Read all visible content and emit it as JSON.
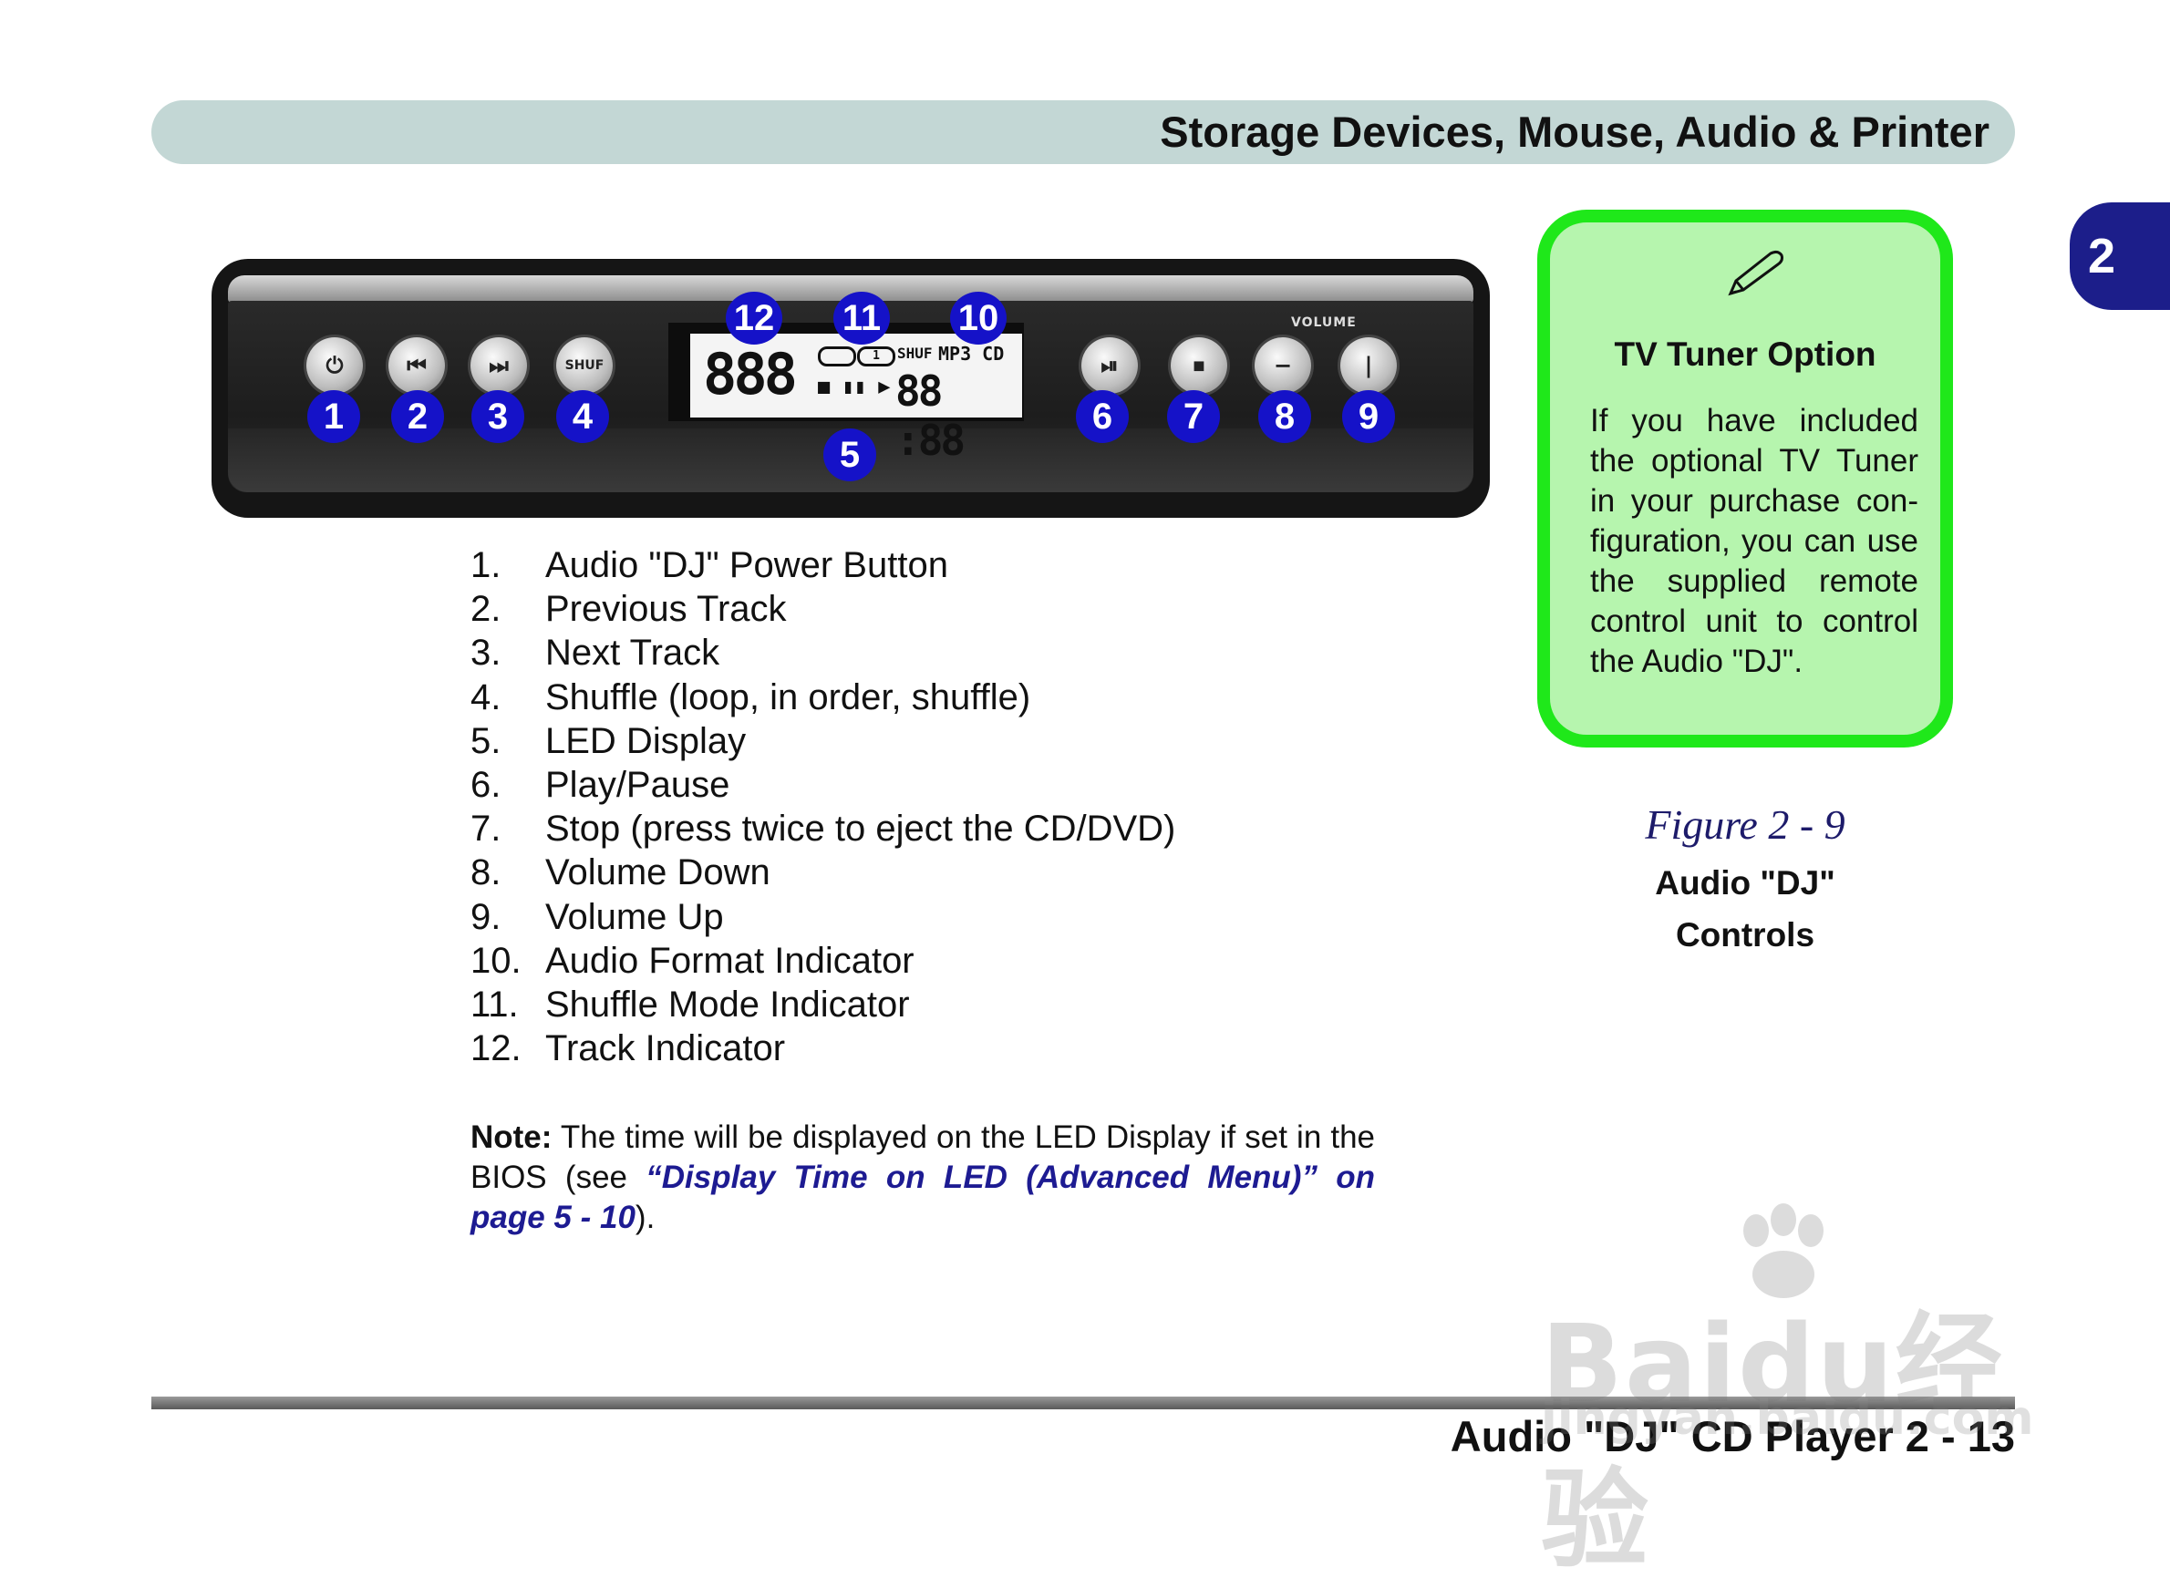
{
  "header": {
    "title": "Storage Devices, Mouse, Audio & Printer"
  },
  "chapter_tab": {
    "number": "2"
  },
  "device": {
    "lcd": {
      "track_digits": "888",
      "shuffle_label": "SHUF",
      "format_label": "MP3 CD",
      "transport_symbols": "■ ▮▮ ▶",
      "time_digits": "88 :88",
      "one_symbol": "1"
    },
    "volume_label": "VOLUME",
    "shuffle_button_label": "SHUF",
    "callouts": [
      "1",
      "2",
      "3",
      "4",
      "5",
      "6",
      "7",
      "8",
      "9",
      "10",
      "11",
      "12"
    ]
  },
  "controls_list": [
    {
      "num": "1.",
      "text": "Audio \"DJ\" Power Button"
    },
    {
      "num": "2.",
      "text": "Previous Track"
    },
    {
      "num": "3.",
      "text": "Next Track"
    },
    {
      "num": "4.",
      "text": "Shuffle (loop, in order, shuffle)"
    },
    {
      "num": "5.",
      "text": "LED Display"
    },
    {
      "num": "6.",
      "text": "Play/Pause"
    },
    {
      "num": "7.",
      "text": "Stop (press twice to eject the CD/DVD)"
    },
    {
      "num": "8.",
      "text": "Volume Down"
    },
    {
      "num": "9.",
      "text": "Volume Up"
    },
    {
      "num": "10.",
      "text": "Audio Format Indicator"
    },
    {
      "num": "11.",
      "text": "Shuffle Mode Indicator"
    },
    {
      "num": "12.",
      "text": "Track Indicator"
    }
  ],
  "note": {
    "label": "Note:",
    "text_before": " The time will be displayed on the LED Display if set in the BIOS (see ",
    "link": "“Display Time on LED (Advanced Menu)” on page 5 - 10",
    "text_after": ")."
  },
  "tip": {
    "title": "TV Tuner Option",
    "body": "If you have included the optional TV Tuner in your purchase con-figuration, you can use the supplied remote control unit to control the Audio \"DJ\"."
  },
  "figure": {
    "label": "Figure 2 - 9",
    "title_line1": "Audio \"DJ\"",
    "title_line2": "Controls"
  },
  "footer": {
    "text": "Audio \"DJ\" CD Player  2  -  13"
  },
  "watermark": {
    "main": "Baidu经验",
    "sub": "jingyan.baidu.com"
  },
  "colors": {
    "header_bar": "#c3d7d5",
    "chapter_tab": "#1c1e8a",
    "callout": "#1512c8",
    "tip_fill": "#b6f5ae",
    "tip_border": "#1fe81a",
    "link": "#1d1b92"
  }
}
